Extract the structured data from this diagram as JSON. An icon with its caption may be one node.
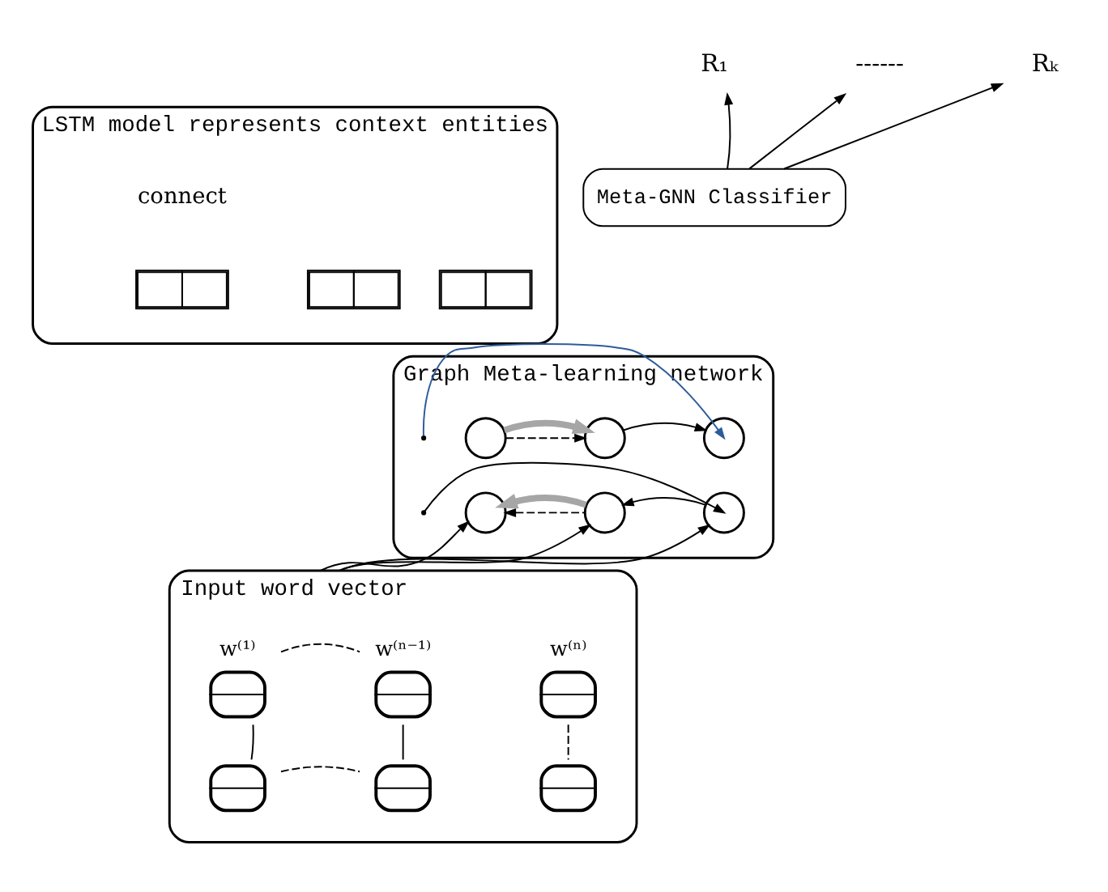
{
  "diagram": {
    "nodes": [
      {
        "text": [
          "Meta-GNN Classifier"
        ]
      },
      {
        "text": [
          "R₁"
        ]
      },
      {
        "text": [
          "------"
        ]
      },
      {
        "text": [
          "Rₖ"
        ]
      },
      {
        "text": [
          "LSTM model represents context entities"
        ]
      },
      {
        "text": [],
        "shape": "box",
        "in": 4
      },
      {
        "text": [],
        "shape": "box",
        "in": 4
      },
      {
        "text": [],
        "shape": "box",
        "in": 4
      },
      {
        "text": [
          "Graph Meta-learning network"
        ]
      },
      {
        "text": [],
        "shape": "circle",
        "in": 8
      },
      {
        "text": [],
        "shape": "circle",
        "in": 8
      },
      {
        "text": [],
        "shape": "circle",
        "in": 8
      },
      {
        "text": [],
        "shape": "circle",
        "in": 8
      },
      {
        "text": [],
        "shape": "circle",
        "in": 8
      },
      {
        "text": [],
        "shape": "circle",
        "in": 8
      },
      {
        "text": [
          "Input word vector"
        ]
      },
      {
        "text": [],
        "shape": "box",
        "in": 15,
        "beside": [
          "w⁽¹⁾"
        ]
      },
      {
        "text": [],
        "shape": "box",
        "in": 15,
        "beside": [
          "w⁽ⁿ⁻¹⁾"
        ]
      },
      {
        "text": [],
        "shape": "box",
        "in": 15,
        "beside": [
          "w⁽ⁿ⁾"
        ]
      },
      {
        "text": [],
        "shape": "box",
        "in": 15
      },
      {
        "text": [],
        "shape": "box",
        "in": 15
      },
      {
        "text": [],
        "shape": "box",
        "in": 15
      }
    ],
    "edges": [
      {
        "from": 0,
        "to": 1,
        "arrow": "to"
      },
      {
        "from": 0,
        "to": 2,
        "arrow": "to"
      },
      {
        "from": 0,
        "to": 3,
        "arrow": "to"
      },
      {
        "from": 9,
        "to": 10,
        "arrow": "to",
        "style": "dashed"
      },
      {
        "from": 10,
        "to": 11,
        "arrow": "to"
      },
      {
        "from": 9,
        "to": 10,
        "arrow": "to",
        "style": "thick",
        "color": "#a6a6a6"
      },
      {
        "from": null,
        "to": 11,
        "arrow": "to",
        "color": "#2e5c9a"
      },
      {
        "from": 14,
        "to": 13,
        "arrow": "to"
      },
      {
        "from": 13,
        "to": 12,
        "arrow": "to",
        "style": "dashed"
      },
      {
        "from": 13,
        "to": 12,
        "arrow": "to",
        "style": "thick",
        "color": "#a6a6a6"
      },
      {
        "from": null,
        "to": 14,
        "arrow": "to"
      },
      {
        "from": 15,
        "to": 12,
        "arrow": "to"
      },
      {
        "from": 15,
        "to": 13,
        "arrow": "to"
      },
      {
        "from": 15,
        "to": 14,
        "arrow": "to"
      },
      {
        "from": 16,
        "to": 19,
        "arrow": "none"
      },
      {
        "from": 17,
        "to": 20,
        "arrow": "none"
      },
      {
        "from": 18,
        "to": 21,
        "arrow": "none",
        "style": "dashed"
      },
      {
        "from": 16,
        "to": 17,
        "arrow": "none",
        "style": "dashed"
      },
      {
        "from": 19,
        "to": 20,
        "arrow": "none",
        "style": "dashed"
      }
    ],
    "labels": [
      "connect"
    ]
  }
}
